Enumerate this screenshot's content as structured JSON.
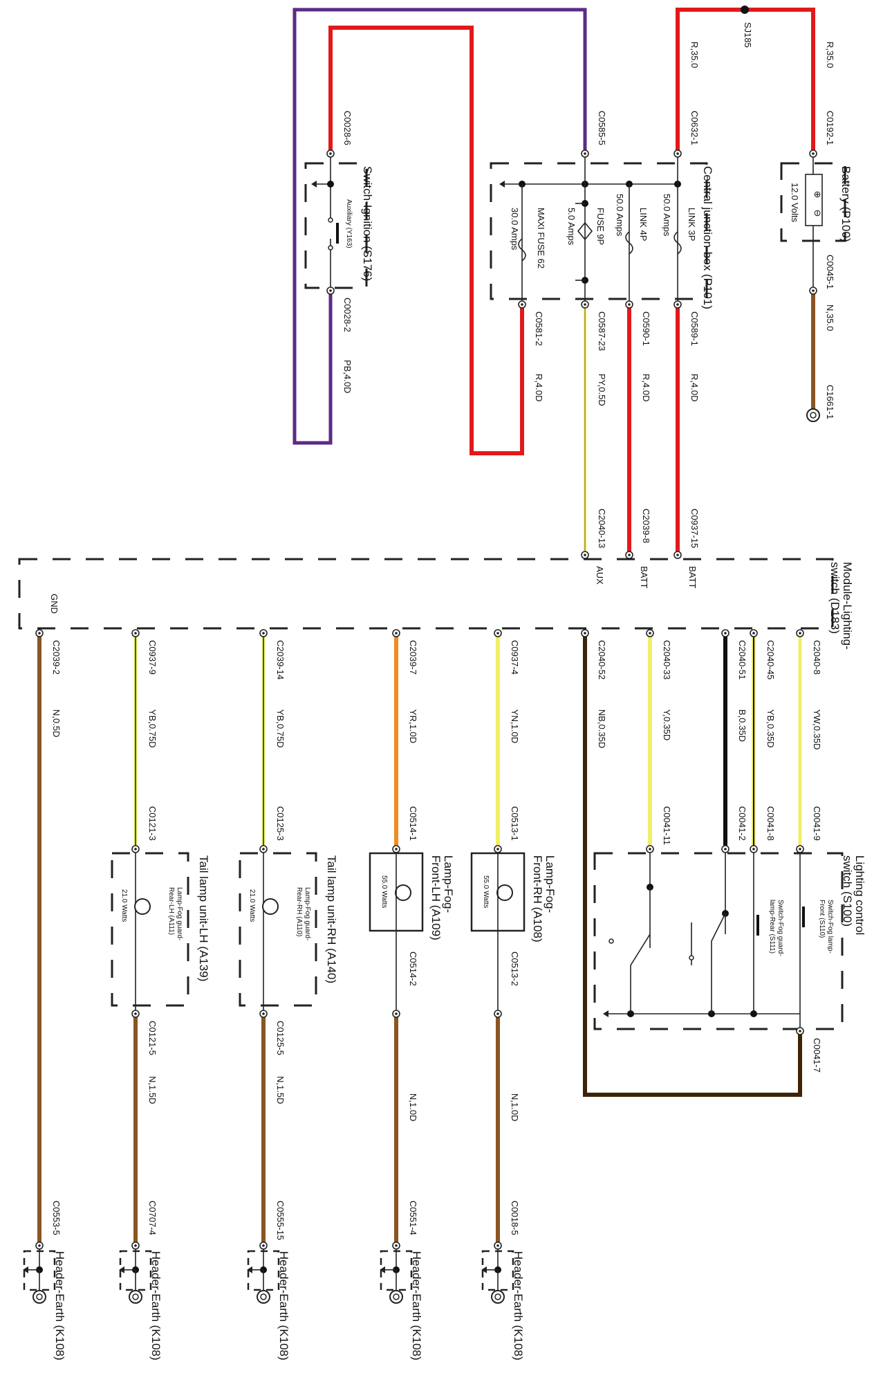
{
  "components": {
    "battery": {
      "title": "Battery (P100)",
      "rating": "12.0 Volts"
    },
    "cjb": {
      "title": "Central junction-box (P101)",
      "link3p": {
        "name": "LINK 3P",
        "rating": "50.0 Amps"
      },
      "link4p": {
        "name": "LINK 4P",
        "rating": "50.0 Amps"
      },
      "fuse9p": {
        "name": "FUSE 9P",
        "rating": "5.0 Amps"
      },
      "maxi62": {
        "name": "MAXI FUSE 62",
        "rating": "30.0 Amps"
      }
    },
    "ignition": {
      "title": "Switch-Ignition (S176)",
      "sub": "Auxiliary (Y163)"
    },
    "module": {
      "title_line1": "Module-Lighting-",
      "title_line2": "switch (D183)",
      "pin_batt": "BATT",
      "pin_aux": "AUX",
      "pin_gnd": "GND"
    },
    "lcs": {
      "title_line1": "Lighting control",
      "title_line2": "switch (S100)",
      "sw1_line1": "Switch-Fog lamp-",
      "sw1_line2": "Front (S110)",
      "sw2_line1": "Switch-Fog guard-",
      "sw2_line2": "lamp-Rear (S111)"
    },
    "fogrh": {
      "title_line1": "Lamp-Fog-",
      "title_line2": "Front-RH (A108)",
      "watts": "55.0 Watts"
    },
    "foglh": {
      "title_line1": "Lamp-Fog-",
      "title_line2": "Front-LH (A109)",
      "watts": "55.0 Watts"
    },
    "tailrh": {
      "title": "Tail lamp unit-RH (A140)",
      "sub1": "Lamp-Fog guard-",
      "sub2": "Rear-RH (A110)",
      "watts": "21.0 Watts"
    },
    "taillh": {
      "title": "Tail lamp unit-LH (A139)",
      "sub1": "Lamp-Fog guard-",
      "sub2": "Rear-LH (A111)",
      "watts": "21.0 Watts"
    },
    "earth": "Header-Earth (K108)"
  },
  "labels": {
    "sj185": "SJ185",
    "c0192_1": "C0192-1",
    "c0045_1": "C0045-1",
    "c1661_1": "C1661-1",
    "c0632_1": "C0632-1",
    "c0585_5": "C0585-5",
    "c0589_1": "C0589-1",
    "c0590_1": "C0590-1",
    "c0587_23": "C0587-23",
    "c0581_2": "C0581-2",
    "c0028_6": "C0028-6",
    "c0028_2": "C0028-2",
    "c0937_15": "C0937-15",
    "c2039_8": "C2039-8",
    "c2040_13": "C2040-13",
    "c2040_8": "C2040-8",
    "c2040_45": "C2040-45",
    "c2040_51": "C2040-51",
    "c2040_33": "C2040-33",
    "c2040_52": "C2040-52",
    "c0937_4": "C0937-4",
    "c2039_7": "C2039-7",
    "c2039_14": "C2039-14",
    "c0937_9": "C0937-9",
    "c2039_2": "C2039-2",
    "c0041_9": "C0041-9",
    "c0041_8": "C0041-8",
    "c0041_2": "C0041-2",
    "c0041_11": "C0041-11",
    "c0041_7": "C0041-7",
    "c0513_1": "C0513-1",
    "c0513_2": "C0513-2",
    "c0514_1": "C0514-1",
    "c0514_2": "C0514-2",
    "c0125_3": "C0125-3",
    "c0125_5": "C0125-5",
    "c0121_3": "C0121-3",
    "c0121_5": "C0121-5",
    "c0018_5": "C0018-5",
    "c0551_4": "C0551-4",
    "c0555_15": "C0555-15",
    "c0707_4": "C0707-4",
    "c0553_5": "C0553-5"
  },
  "wire_labels": {
    "r35_left": "R,35.0",
    "r35_right": "R,35.0",
    "n35": "N,35.0",
    "r4_a": "R,4.0D",
    "r4_b": "R,4.0D",
    "py05": "PY,0.5D",
    "r4_c": "R,4.0D",
    "pb4": "PB,4.0D",
    "yw035": "YW,0.35D",
    "yb035": "YB,0.35D",
    "b035": "B,0.35D",
    "y035": "Y,0.35D",
    "nb035": "NB,0.35D",
    "yn10": "YN,1.0D",
    "yr10": "YR,1.0D",
    "yb075_a": "YB,0.75D",
    "yb075_b": "YB,0.75D",
    "n05": "N,0.5D",
    "n10_a": "N,1.0D",
    "n10_b": "N,1.0D",
    "n15_a": "N,1.5D",
    "n15_b": "N,1.5D"
  },
  "colors": {
    "red": "#e2191b",
    "purple": "#5b2a86",
    "brown": "#8a5523",
    "dark_brown": "#3d2408",
    "yellow": "#f1ee68",
    "orange": "#f18c1e",
    "black": "#111111",
    "green": "#2f6b1f",
    "pink": "#f2b7b7"
  }
}
